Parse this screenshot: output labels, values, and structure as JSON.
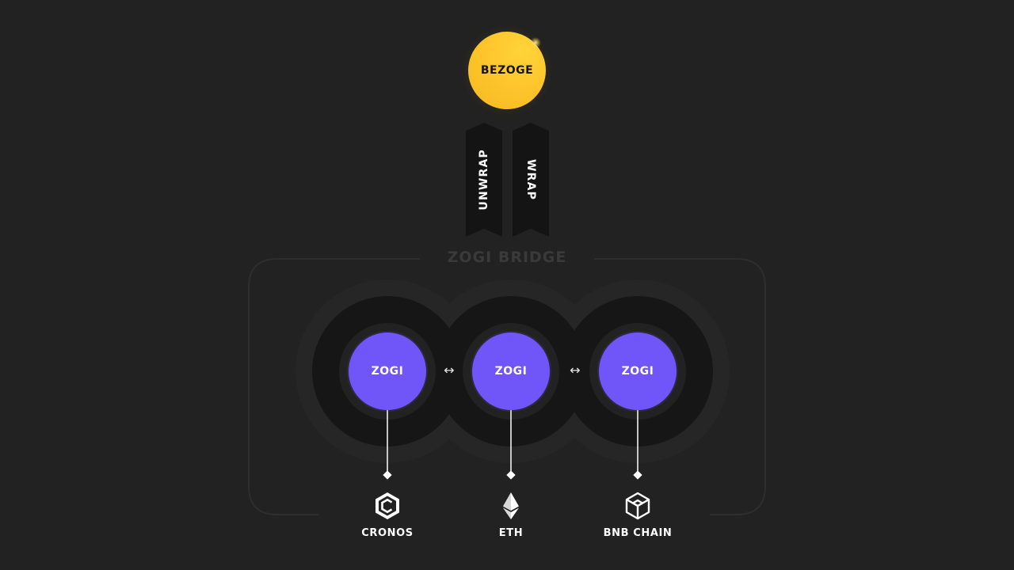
{
  "bezoge": {
    "label": "BEZOGE",
    "color": "#fec62c"
  },
  "actions": {
    "unwrap": "UNWRAP",
    "wrap": "WRAP"
  },
  "bridge": {
    "title": "ZOGI BRIDGE"
  },
  "tokens": [
    {
      "label": "ZOGI"
    },
    {
      "label": "ZOGI"
    },
    {
      "label": "ZOGI"
    }
  ],
  "arrows": [
    "↔",
    "↔"
  ],
  "chains": [
    {
      "name": "CRONOS",
      "icon": "cronos-icon"
    },
    {
      "name": "ETH",
      "icon": "ethereum-icon"
    },
    {
      "name": "BNB CHAIN",
      "icon": "bnb-chain-icon"
    }
  ],
  "colors": {
    "background": "#222222",
    "accent": "#7055f8",
    "bezoge": "#fec62c"
  }
}
